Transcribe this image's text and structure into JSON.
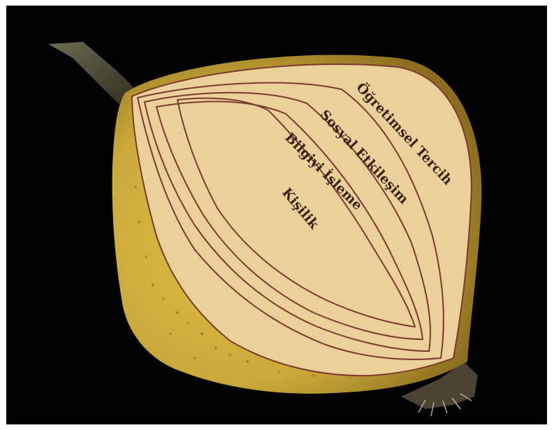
{
  "diagram": {
    "labels": {
      "outer": "Öğretimsel Tercih",
      "second": "Sosyal Etkileşim",
      "third": "Bilgiyi İşleme",
      "inner": "Kişilik"
    },
    "colors": {
      "background": "#000000",
      "onion_skin": "#c9a838",
      "onion_flesh": "#ecd09a",
      "ring_line": "#7a3a2e",
      "label_text": "#3a2418"
    }
  }
}
